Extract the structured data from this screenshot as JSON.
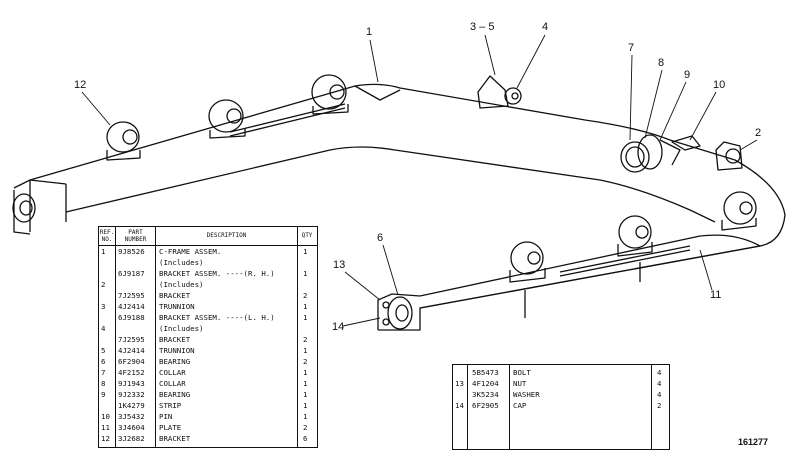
{
  "callouts": [
    "1",
    "2",
    "3 – 5",
    "4",
    "6",
    "7",
    "8",
    "9",
    "10",
    "11",
    "12",
    "13",
    "14"
  ],
  "table_left": {
    "headers": [
      "REF. NO.",
      "PART NUMBER",
      "DESCRIPTION",
      "QTY"
    ],
    "rows": [
      {
        "ref": "1",
        "part": "9J8526",
        "desc": "C-FRAME ASSEM.",
        "qty": "1"
      },
      {
        "ref": "",
        "part": "",
        "desc": "(Includes)",
        "qty": ""
      },
      {
        "ref": "",
        "part": "6J9187",
        "desc": "BRACKET ASSEM. ----(R. H.)",
        "qty": "1"
      },
      {
        "ref": "2",
        "part": "",
        "desc": "(Includes)",
        "qty": ""
      },
      {
        "ref": "",
        "part": "7J2595",
        "desc": "BRACKET",
        "qty": "2"
      },
      {
        "ref": "3",
        "part": "4J2414",
        "desc": "TRUNNION",
        "qty": "1"
      },
      {
        "ref": "",
        "part": "6J9188",
        "desc": "BRACKET ASSEM. ----(L. H.)",
        "qty": "1"
      },
      {
        "ref": "4",
        "part": "",
        "desc": "(Includes)",
        "qty": ""
      },
      {
        "ref": "",
        "part": "7J2595",
        "desc": "BRACKET",
        "qty": "2"
      },
      {
        "ref": "5",
        "part": "4J2414",
        "desc": "TRUNNION",
        "qty": "1"
      },
      {
        "ref": "6",
        "part": "6F2904",
        "desc": "BEARING",
        "qty": "2"
      },
      {
        "ref": "7",
        "part": "4F2152",
        "desc": "COLLAR",
        "qty": "1"
      },
      {
        "ref": "8",
        "part": "9J1943",
        "desc": "COLLAR",
        "qty": "1"
      },
      {
        "ref": "9",
        "part": "9J2332",
        "desc": "BEARING",
        "qty": "1"
      },
      {
        "ref": "",
        "part": "1K4279",
        "desc": "STRIP",
        "qty": "1"
      },
      {
        "ref": "10",
        "part": "3J5432",
        "desc": "PIN",
        "qty": "1"
      },
      {
        "ref": "11",
        "part": "3J4604",
        "desc": "PLATE",
        "qty": "2"
      },
      {
        "ref": "12",
        "part": "3J2682",
        "desc": "BRACKET",
        "qty": "6"
      }
    ]
  },
  "table_right": {
    "rows": [
      {
        "ref": "",
        "part": "5B5473",
        "desc": "BOLT",
        "qty": "4"
      },
      {
        "ref": "13",
        "part": "4F1204",
        "desc": "NUT",
        "qty": "4"
      },
      {
        "ref": "",
        "part": "3K5234",
        "desc": "WASHER",
        "qty": "4"
      },
      {
        "ref": "14",
        "part": "6F2905",
        "desc": "CAP",
        "qty": "2"
      }
    ]
  },
  "drawing_number": "161277"
}
